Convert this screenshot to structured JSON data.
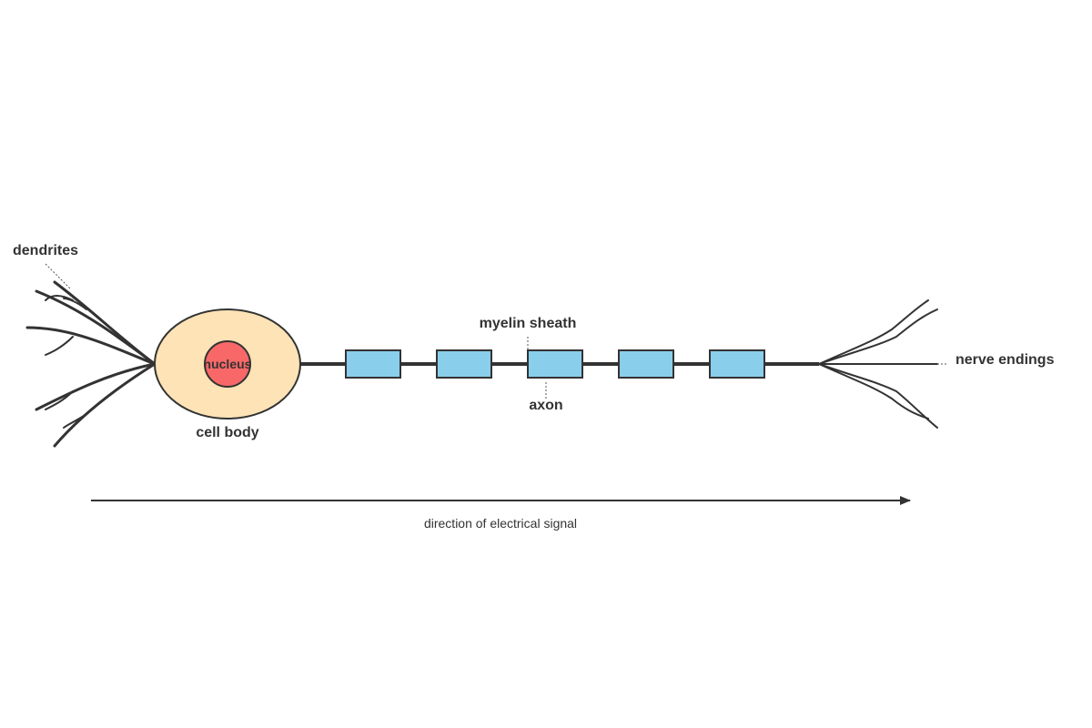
{
  "diagram": {
    "labels": {
      "dendrites": "dendrites",
      "nucleus": "nucleus",
      "cell_body": "cell body",
      "myelin_sheath": "myelin sheath",
      "axon": "axon",
      "nerve_endings": "nerve endings",
      "signal_direction": "direction of electrical signal"
    },
    "colors": {
      "cell_body_fill": "#fde3b6",
      "nucleus_fill": "#f86868",
      "myelin_fill": "#89ceeb",
      "stroke": "#333333"
    }
  }
}
